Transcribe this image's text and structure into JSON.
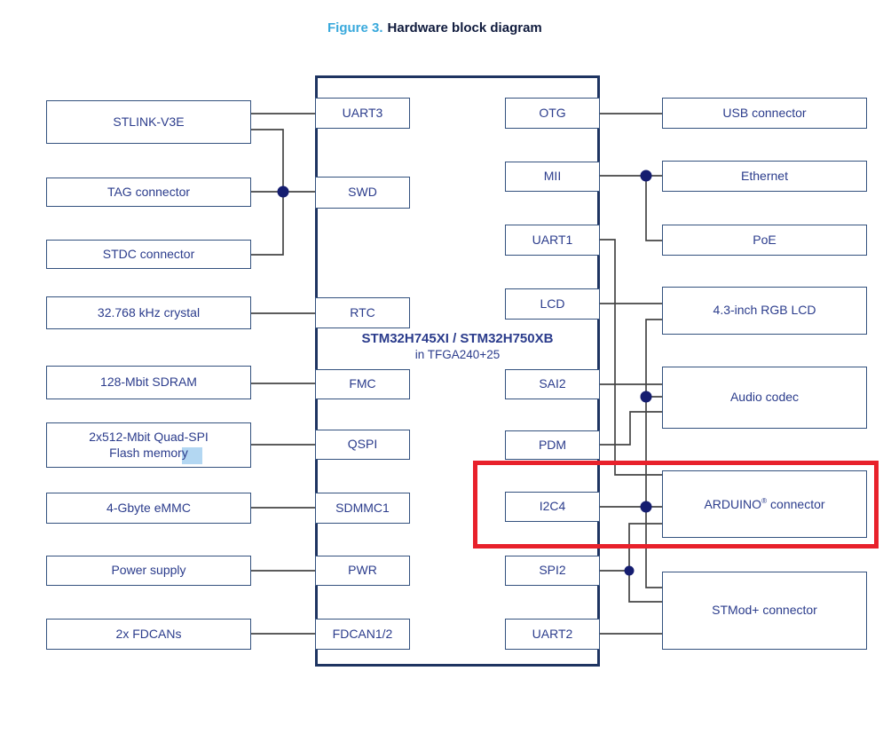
{
  "figure": {
    "label": "Figure 3.",
    "title": "Hardware block diagram"
  },
  "mcu": {
    "name": "STM32H745XI / STM32H750XB",
    "package": "in TFGA240+25",
    "ports_left": [
      {
        "label": "UART3"
      },
      {
        "label": "SWD"
      },
      {
        "label": "RTC"
      },
      {
        "label": "FMC"
      },
      {
        "label": "QSPI"
      },
      {
        "label": "SDMMC1"
      },
      {
        "label": "PWR"
      },
      {
        "label": "FDCAN1/2"
      }
    ],
    "ports_right": [
      {
        "label": "OTG"
      },
      {
        "label": "MII"
      },
      {
        "label": "UART1"
      },
      {
        "label": "LCD"
      },
      {
        "label": "SAI2"
      },
      {
        "label": "PDM"
      },
      {
        "label": "I2C4"
      },
      {
        "label": "SPI2"
      },
      {
        "label": "UART2"
      }
    ]
  },
  "left_devices": [
    {
      "label": "STLINK-V3E"
    },
    {
      "label": "TAG connector"
    },
    {
      "label": "STDC connector"
    },
    {
      "label": "32.768 kHz crystal"
    },
    {
      "label": "128-Mbit SDRAM"
    },
    {
      "line1": "2x512-Mbit Quad-SPI",
      "line2": "Flash memory"
    },
    {
      "label": "4-Gbyte eMMC"
    },
    {
      "label": "Power supply"
    },
    {
      "label": "2x FDCANs"
    }
  ],
  "right_devices": [
    {
      "label": "USB connector"
    },
    {
      "label": "Ethernet"
    },
    {
      "label": "PoE"
    },
    {
      "label": "4.3-inch RGB LCD"
    },
    {
      "label": "Audio codec"
    },
    {
      "pre": "ARDUINO",
      "sup": "®",
      "post": " connector"
    },
    {
      "label": "STMod+ connector"
    }
  ],
  "connections": [
    {
      "from": "STLINK-V3E",
      "to": "UART3"
    },
    {
      "from": "STLINK-V3E",
      "to": "SWD"
    },
    {
      "from": "TAG connector",
      "to": "SWD"
    },
    {
      "from": "STDC connector",
      "to": "SWD"
    },
    {
      "from": "32.768 kHz crystal",
      "to": "RTC"
    },
    {
      "from": "128-Mbit SDRAM",
      "to": "FMC"
    },
    {
      "from": "2x512-Mbit Quad-SPI Flash memory",
      "to": "QSPI"
    },
    {
      "from": "4-Gbyte eMMC",
      "to": "SDMMC1"
    },
    {
      "from": "Power supply",
      "to": "PWR"
    },
    {
      "from": "2x FDCANs",
      "to": "FDCAN1/2"
    },
    {
      "from": "OTG",
      "to": "USB connector"
    },
    {
      "from": "MII",
      "to": "Ethernet"
    },
    {
      "from": "MII",
      "to": "PoE"
    },
    {
      "from": "UART1",
      "to": "ARDUINO® connector"
    },
    {
      "from": "LCD",
      "to": "4.3-inch RGB LCD"
    },
    {
      "from": "SAI2",
      "to": "Audio codec"
    },
    {
      "from": "PDM",
      "to": "Audio codec"
    },
    {
      "from": "I2C4",
      "to": "ARDUINO® connector"
    },
    {
      "from": "I2C4",
      "to": "4.3-inch RGB LCD"
    },
    {
      "from": "I2C4",
      "to": "Audio codec"
    },
    {
      "from": "I2C4",
      "to": "STMod+ connector"
    },
    {
      "from": "SPI2",
      "to": "ARDUINO® connector"
    },
    {
      "from": "SPI2",
      "to": "STMod+ connector"
    },
    {
      "from": "UART2",
      "to": "STMod+ connector"
    }
  ],
  "annotation": {
    "shape": "red rectangle",
    "highlights": "I2C4 port link to ARDUINO® connector"
  },
  "colors": {
    "figure_label_blue": "#39a9dc",
    "text_navy": "#2b3c8c",
    "box_border_navy": "#33517e",
    "mcu_border_navy": "#1e3461",
    "wire_gray": "#454545",
    "junction_dot_navy": "#151d70",
    "highlight_red": "#e8212b",
    "selection_blue": "#b3d7f2"
  }
}
